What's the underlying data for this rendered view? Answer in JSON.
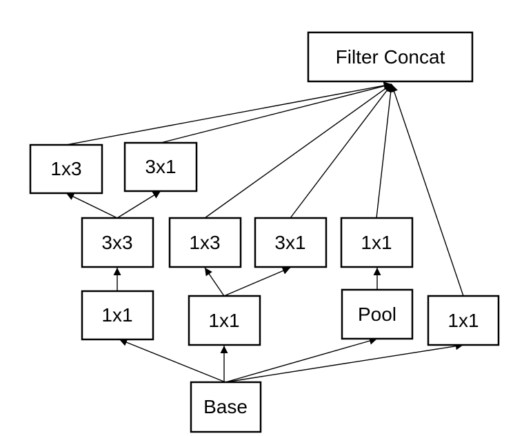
{
  "nodes": {
    "filter_concat": "Filter Concat",
    "top_1x3": "1x3",
    "top_3x1": "3x1",
    "mid_3x3": "3x3",
    "mid_1x3": "1x3",
    "mid_3x1": "3x1",
    "mid_1x1": "1x1",
    "low_1x1_a": "1x1",
    "low_1x1_b": "1x1",
    "pool": "Pool",
    "low_1x1_c": "1x1",
    "base": "Base"
  },
  "edges": [
    {
      "from": "base",
      "to": "low_1x1_a",
      "arrow": true
    },
    {
      "from": "base",
      "to": "low_1x1_b",
      "arrow": true
    },
    {
      "from": "base",
      "to": "pool",
      "arrow": true
    },
    {
      "from": "base",
      "to": "low_1x1_c",
      "arrow": true
    },
    {
      "from": "low_1x1_a",
      "to": "mid_3x3",
      "arrow": true
    },
    {
      "from": "mid_3x3",
      "to": "top_1x3",
      "arrow": true
    },
    {
      "from": "mid_3x3",
      "to": "top_3x1",
      "arrow": true
    },
    {
      "from": "low_1x1_b",
      "to": "mid_1x3",
      "arrow": true
    },
    {
      "from": "low_1x1_b",
      "to": "mid_3x1",
      "arrow": true
    },
    {
      "from": "pool",
      "to": "mid_1x1",
      "arrow": true
    },
    {
      "from": "top_1x3",
      "to": "filter_concat",
      "arrow": true
    },
    {
      "from": "top_3x1",
      "to": "filter_concat",
      "arrow": true
    },
    {
      "from": "mid_1x3",
      "to": "filter_concat",
      "arrow": true
    },
    {
      "from": "mid_3x1",
      "to": "filter_concat",
      "arrow": true
    },
    {
      "from": "mid_1x1",
      "to": "filter_concat",
      "arrow": true
    },
    {
      "from": "low_1x1_c",
      "to": "filter_concat",
      "arrow": true
    }
  ]
}
